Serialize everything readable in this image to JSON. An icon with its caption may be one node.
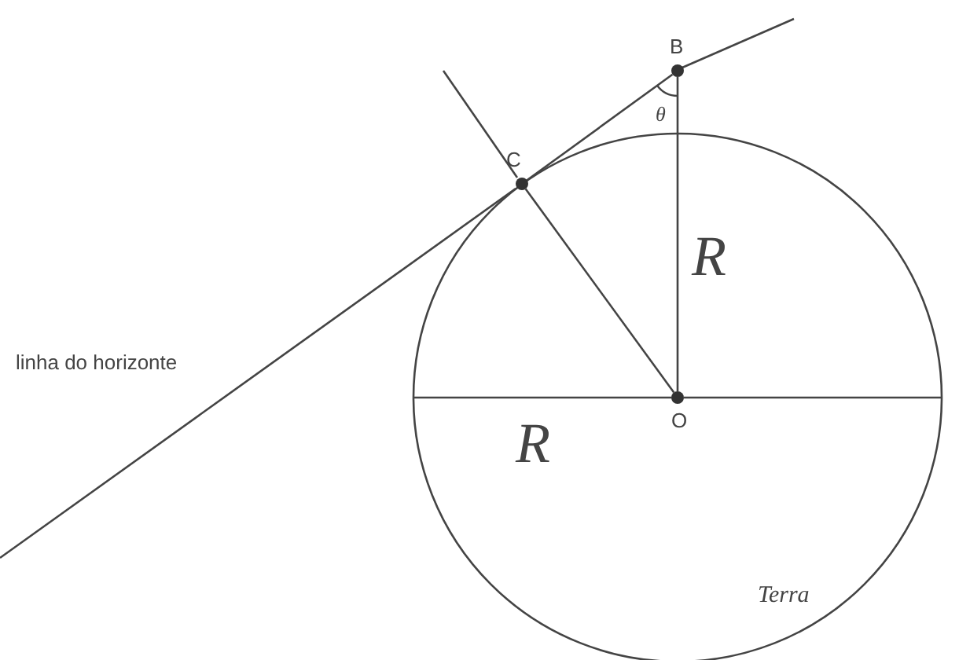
{
  "diagram": {
    "nodes": [
      {
        "text": [
          "Terra"
        ]
      },
      {
        "text": [
          "B"
        ]
      },
      {
        "text": [
          "C"
        ]
      },
      {
        "text": [
          "O"
        ],
        "in": 0
      }
    ],
    "edges": [
      {
        "from": 2,
        "to": 3,
        "arrow": "none"
      },
      {
        "from": 3,
        "to": 1,
        "arrow": "none"
      },
      {
        "from": 2,
        "to": 1,
        "arrow": "none"
      }
    ],
    "labels": [
      "θ",
      "R",
      "R",
      "linha do horizonte"
    ]
  }
}
